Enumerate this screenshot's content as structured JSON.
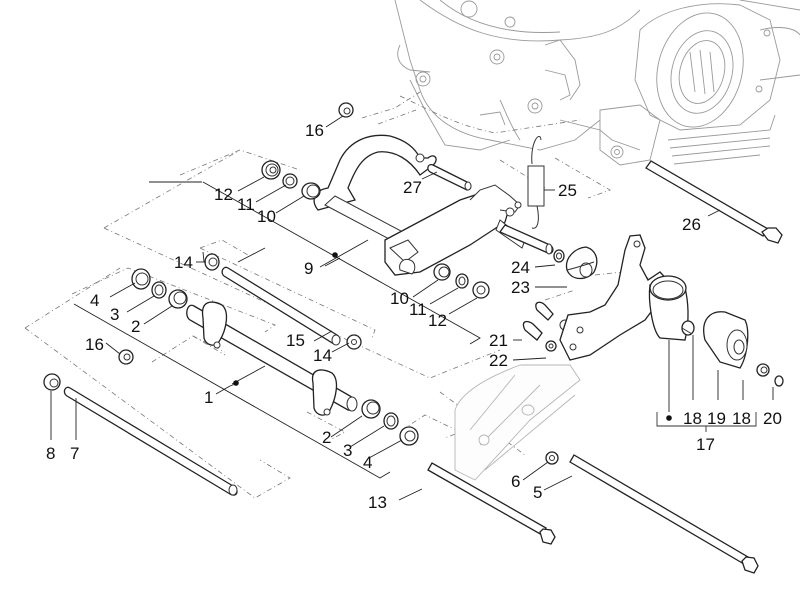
{
  "diagram": {
    "title": "Swing arm exploded parts diagram",
    "colors": {
      "line": "#222222",
      "engine_ghost": "#9a9a9a",
      "background": "#ffffff"
    },
    "callouts": [
      {
        "id": "c1",
        "label": "1"
      },
      {
        "id": "c2a",
        "label": "2"
      },
      {
        "id": "c2b",
        "label": "2"
      },
      {
        "id": "c3a",
        "label": "3"
      },
      {
        "id": "c3b",
        "label": "3"
      },
      {
        "id": "c4a",
        "label": "4"
      },
      {
        "id": "c4b",
        "label": "4"
      },
      {
        "id": "c5",
        "label": "5"
      },
      {
        "id": "c6",
        "label": "6"
      },
      {
        "id": "c7",
        "label": "7"
      },
      {
        "id": "c8",
        "label": "8"
      },
      {
        "id": "c9",
        "label": "9"
      },
      {
        "id": "c10a",
        "label": "10"
      },
      {
        "id": "c10b",
        "label": "10"
      },
      {
        "id": "c11a",
        "label": "11"
      },
      {
        "id": "c11b",
        "label": "11"
      },
      {
        "id": "c12a",
        "label": "12"
      },
      {
        "id": "c12b",
        "label": "12"
      },
      {
        "id": "c13",
        "label": "13"
      },
      {
        "id": "c14a",
        "label": "14"
      },
      {
        "id": "c14b",
        "label": "14"
      },
      {
        "id": "c15",
        "label": "15"
      },
      {
        "id": "c16a",
        "label": "16"
      },
      {
        "id": "c16b",
        "label": "16"
      },
      {
        "id": "c17",
        "label": "17"
      },
      {
        "id": "c18a",
        "label": "18"
      },
      {
        "id": "c18b",
        "label": "18"
      },
      {
        "id": "c19",
        "label": "19"
      },
      {
        "id": "c20",
        "label": "20"
      },
      {
        "id": "c21",
        "label": "21"
      },
      {
        "id": "c22",
        "label": "22"
      },
      {
        "id": "c23",
        "label": "23"
      },
      {
        "id": "c24",
        "label": "24"
      },
      {
        "id": "c25",
        "label": "25"
      },
      {
        "id": "c26",
        "label": "26"
      },
      {
        "id": "c27",
        "label": "27"
      }
    ]
  }
}
